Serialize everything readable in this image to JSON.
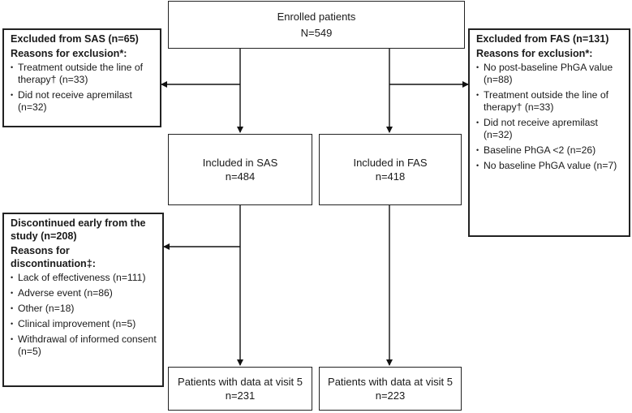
{
  "enrolled": {
    "title": "Enrolled patients",
    "n": "N=549"
  },
  "included_sas": {
    "title": "Included in SAS",
    "n": "n=484"
  },
  "included_fas": {
    "title": "Included in FAS",
    "n": "n=418"
  },
  "visit5_sas": {
    "title": "Patients with data at visit 5",
    "n": "n=231"
  },
  "visit5_fas": {
    "title": "Patients with data at visit 5",
    "n": "n=223"
  },
  "excluded_sas": {
    "header": "Excluded from SAS (n=65)",
    "sub": "Reasons for exclusion*:",
    "items": [
      "Treatment outside the line of therapy† (n=33)",
      "Did not receive apremilast (n=32)"
    ]
  },
  "excluded_fas": {
    "header": "Excluded from FAS (n=131)",
    "sub": "Reasons for exclusion*:",
    "items": [
      "No post-baseline PhGA value (n=88)",
      "Treatment outside the line of therapy† (n=33)",
      "Did not receive apremilast (n=32)",
      "Baseline PhGA <2 (n=26)",
      "No baseline PhGA value (n=7)"
    ]
  },
  "discontinued": {
    "header": "Discontinued early from the study (n=208)",
    "sub": "Reasons for discontinuation‡:",
    "items": [
      "Lack of effectiveness (n=111)",
      "Adverse event (n=86)",
      "Other (n=18)",
      "Clinical improvement (n=5)",
      "Withdrawal of informed consent (n=5)"
    ]
  }
}
